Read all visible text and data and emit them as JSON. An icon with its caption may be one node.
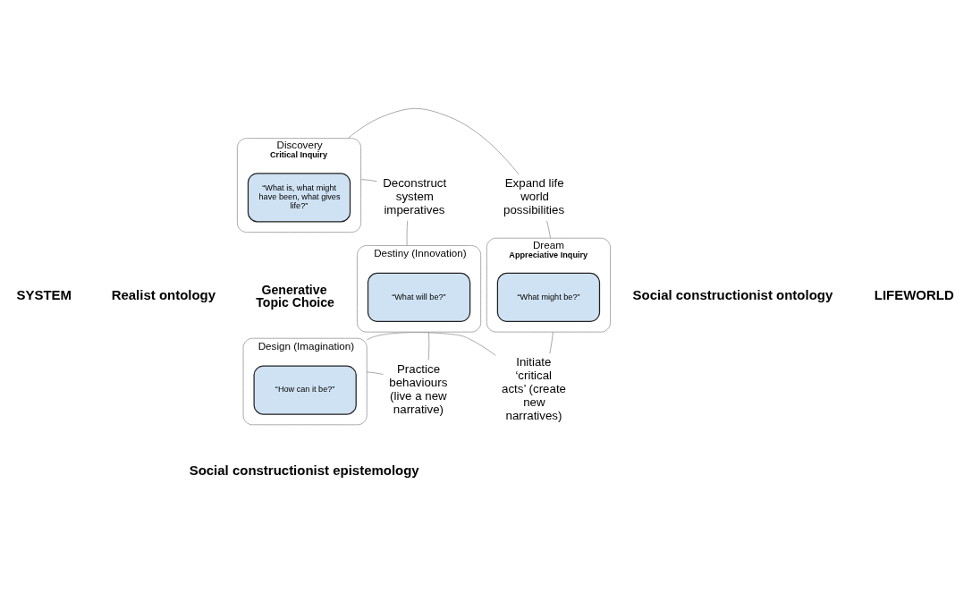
{
  "diagram": {
    "nodes": [
      {
        "text": [
          "Discovery",
          "Critical Inquiry"
        ]
      },
      {
        "text": [
          "“What is, what might have been, what gives life?”"
        ],
        "in": 0
      },
      {
        "text": [
          "Deconstruct system imperatives"
        ]
      },
      {
        "text": [
          "Expand life world possibilities"
        ]
      },
      {
        "text": [
          "Destiny (Innovation)"
        ]
      },
      {
        "text": [
          "“What will be?”"
        ],
        "in": 4
      },
      {
        "text": [
          "Dream",
          "Appreciative Inquiry"
        ]
      },
      {
        "text": [
          "“What might be?”"
        ],
        "in": 6
      },
      {
        "text": [
          "Practice behaviours (live a new narrative)"
        ]
      },
      {
        "text": [
          "Design (Imagination)"
        ]
      },
      {
        "text": [
          "“How can it be?”"
        ],
        "in": 9
      },
      {
        "text": [
          "Initiate ‘critical acts’ (create new narratives)"
        ]
      }
    ],
    "edges": [
      {
        "from": 2,
        "to": 0,
        "arrow": "none"
      },
      {
        "from": 0,
        "to": 3,
        "arrow": "none"
      },
      {
        "from": 3,
        "to": 6,
        "arrow": "none"
      },
      {
        "from": 6,
        "to": 11,
        "arrow": "none"
      },
      {
        "from": 11,
        "to": 9,
        "arrow": "none"
      },
      {
        "from": 9,
        "to": 8,
        "arrow": "none"
      },
      {
        "from": 8,
        "to": 4,
        "arrow": "none"
      },
      {
        "from": 4,
        "to": 2,
        "arrow": "none"
      }
    ],
    "labels": [
      "Generative Topic Choice",
      "SYSTEM",
      "Realist ontology",
      "Social constructionist ontology",
      "LIFEWORLD",
      "Social constructionist epistemology"
    ]
  }
}
